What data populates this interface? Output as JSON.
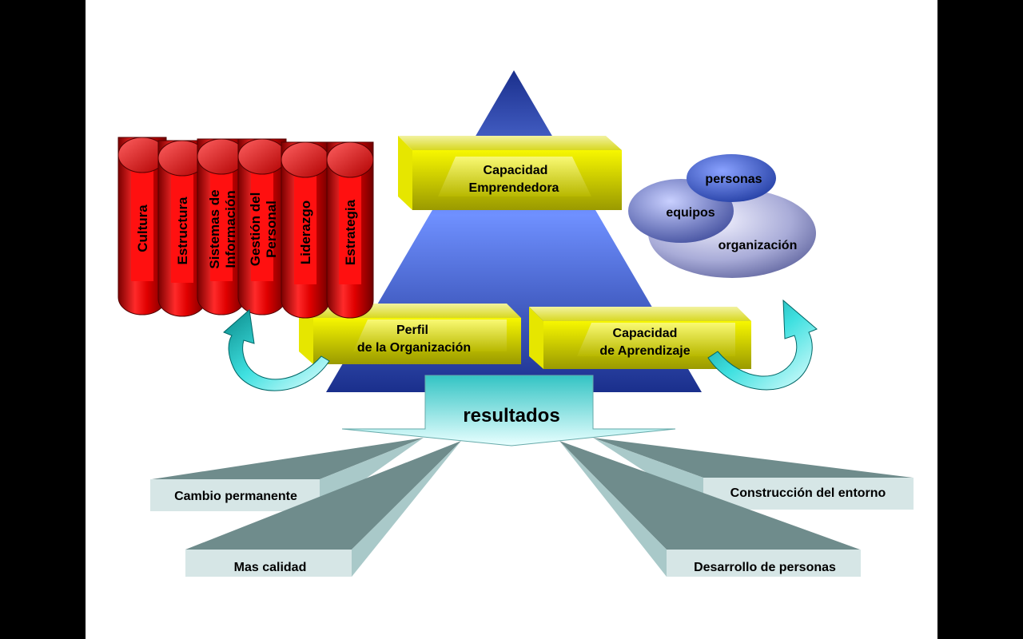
{
  "pillars": [
    "Cultura",
    "Estructura",
    "Sistemas de Información",
    "Gestión del Personal",
    "Liderazgo",
    "Estrategia"
  ],
  "boxes": {
    "top": [
      "Capacidad",
      "Emprendedora"
    ],
    "left": [
      "Perfil",
      "de la Organización"
    ],
    "right": [
      "Capacidad",
      "de Aprendizaje"
    ]
  },
  "circles": {
    "personas": "personas",
    "equipos": "equipos",
    "organizacion": "organización"
  },
  "result_arrow": "resultados",
  "outcomes": {
    "cambio": "Cambio permanente",
    "calidad": "Mas calidad",
    "entorno": "Construcción del entorno",
    "desarrollo": "Desarrollo de personas"
  },
  "colors": {
    "pyramid_top": "#1a2f8c",
    "pyramid_mid": "#6f90ff",
    "box_yellow": "#e6e600",
    "pillar_red": "#e60000",
    "arrow_cyan": "#33c4c4",
    "ray_gray": "#6f8c8c"
  }
}
